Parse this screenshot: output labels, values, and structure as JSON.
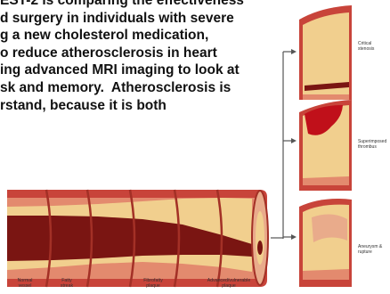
{
  "slide": {
    "text_lines": [
      "EST-2 is comparing the effectiveness",
      "d surgery in individuals with severe",
      "g a new cholesterol medication,",
      "o reduce atherosclerosis in heart",
      "ing advanced MRI imaging to look at",
      "sk and memory.  Atherosclerosis is",
      "rstand, because it is both"
    ]
  },
  "figure": {
    "progression_labels": [
      {
        "line1": "Normal",
        "line2": "vessel"
      },
      {
        "line1": "Fatty",
        "line2": "streak"
      },
      {
        "line1": "Fibrofatty",
        "line2": "plaque"
      },
      {
        "line1": "Advanced/vulnerable",
        "line2": "plaque"
      }
    ],
    "outcome_labels": [
      {
        "line1": "Critical",
        "line2": "stenosis"
      },
      {
        "line1": "Superimposed",
        "line2": "thrombus"
      },
      {
        "line1": "Aneurysm &",
        "line2": "rupture"
      }
    ],
    "colors": {
      "wall_outer": "#c8443a",
      "wall_inner": "#e38a6e",
      "plaque": "#f1cf8e",
      "lumen": "#7a1512",
      "thrombus": "#c0101a",
      "connector": "#555555"
    }
  }
}
